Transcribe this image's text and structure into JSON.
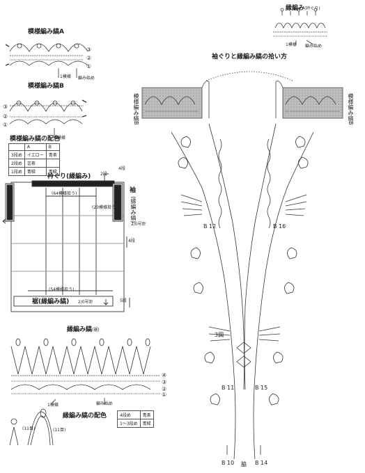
{
  "titles": {
    "pattern_a": "模様編み縞A",
    "pattern_b": "模様編み縞B",
    "pattern_colors": "模様編み縞の配色",
    "edge_top": "縁編み",
    "edge_top_sub": "(衿ぐり)",
    "edge_main": "縁編み縞",
    "edge_main_sub": "(裾)",
    "edge_colors": "縁編み縞の配色",
    "pickup": "袖ぐりと縁編み縞の拾い方"
  },
  "pattern_color_table": {
    "header": [
      "",
      "A",
      "B"
    ],
    "rows": [
      [
        "3段め",
        "イエロー",
        "青茶"
      ],
      [
        "2段め",
        "芸茶",
        ""
      ],
      [
        "1段め",
        "青緑",
        "青緑"
      ]
    ]
  },
  "edge_color_table": {
    "rows": [
      [
        "4段め",
        "青茶"
      ],
      [
        "1～3段め",
        "青緑"
      ]
    ]
  },
  "labels": {
    "one_pattern": "1模様",
    "start": "編み始め",
    "collar": "衿ぐり(縁編み)",
    "collar_needle": "2/0号針",
    "st_64": "(64模様拾う)",
    "st_54": "(54模様拾う)",
    "sleeve": "袖",
    "sleeve_sub": "(縁編み縞)",
    "sleeve_23": "(23模様拾う)",
    "sleeve_needle": "2/0号針",
    "hem": "裾",
    "hem_sub": "(縁編み縞)",
    "hem_needle": "2/0号針",
    "row_4": "4段",
    "row_2": "2段",
    "row_5": "5段",
    "fig3": "3図",
    "side": "脇",
    "b12": "B 12",
    "b16": "B 16",
    "b11": "B 11",
    "b15": "B 15",
    "b10": "B 10",
    "b14": "B 14",
    "pattern_b_vert": "模様編み縞B",
    "count_11": "(11目)",
    "rows": [
      "①",
      "②",
      "③",
      "④"
    ]
  }
}
